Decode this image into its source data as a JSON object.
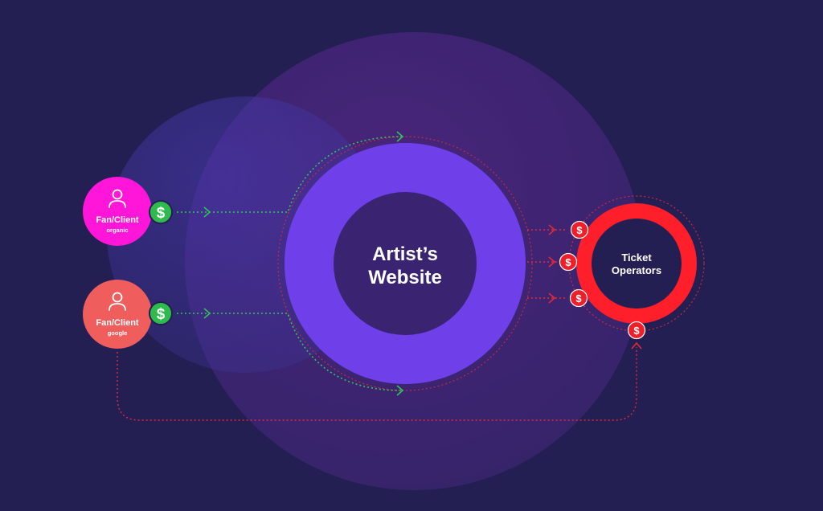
{
  "colors": {
    "background": "#241f52",
    "halo_large": "#5a2a8e",
    "halo_small": "#4a3aa8",
    "website_ring": "#6f40ea",
    "website_core": "#3a2370",
    "operators_ring": "#ff1f2b",
    "fan_organic": "#ff16d8",
    "fan_google": "#ef5d5d",
    "money_green": "#2dbb4e",
    "money_red": "#ef1f2a",
    "flow_green": "#2fc45a",
    "flow_red": "#e3293a"
  },
  "nodes": {
    "fan_organic": {
      "title": "Fan/Client",
      "subtitle": "organic",
      "icon": "user-icon"
    },
    "fan_google": {
      "title": "Fan/Client",
      "subtitle": "google",
      "icon": "user-icon"
    },
    "website": {
      "line1": "Artist’s",
      "line2": "Website"
    },
    "operators": {
      "line1": "Ticket",
      "line2": "Operators"
    }
  },
  "money_symbol": "$"
}
